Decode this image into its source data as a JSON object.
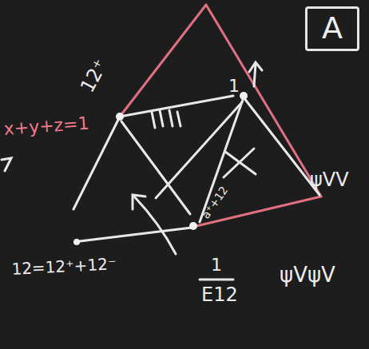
{
  "diagram": {
    "nodes": [
      {
        "text": [
          "A"
        ]
      }
    ],
    "labels": [
      "12⁺",
      "1",
      "x+y+z=1",
      "ψVV",
      "a⁺+12",
      "12=12⁺+12⁻",
      "1",
      "E12",
      "ψVψV"
    ]
  }
}
